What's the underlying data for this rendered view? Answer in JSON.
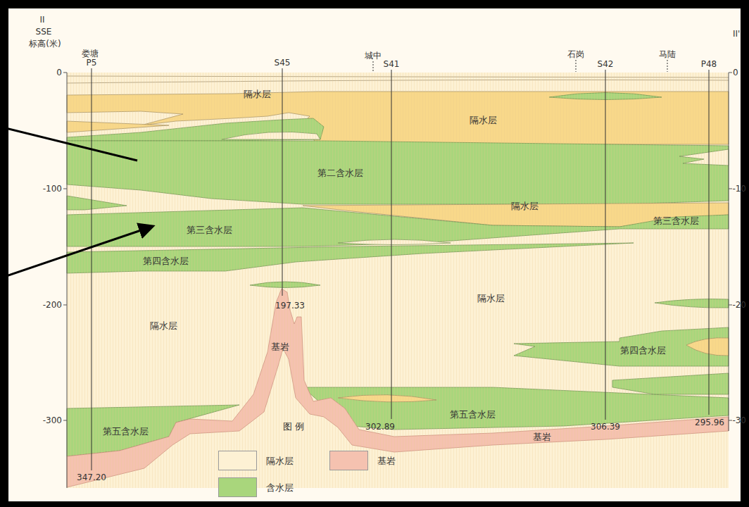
{
  "diagram": {
    "nodes": [
      {
        "text": [
          "隔水层"
        ]
      },
      {
        "text": [
          "隔水层"
        ]
      },
      {
        "text": [
          "第二含水层"
        ]
      },
      {
        "text": [
          "隔水层"
        ]
      },
      {
        "text": [
          "第三含水层"
        ]
      },
      {
        "text": [
          "第三含水层"
        ]
      },
      {
        "text": [
          "第四含水层"
        ]
      },
      {
        "text": [
          "隔水层"
        ]
      },
      {
        "text": [
          "隔水层"
        ]
      },
      {
        "text": [
          "基岩"
        ]
      },
      {
        "text": [
          "第四含水层"
        ]
      },
      {
        "text": [
          "第五含水层"
        ]
      },
      {
        "text": [
          "第五含水层"
        ]
      },
      {
        "text": [
          "基岩"
        ]
      }
    ],
    "labels": [
      "II",
      "SSE",
      "标高(米)",
      "娄塘",
      "P5",
      "S45",
      "城中",
      "S41",
      "石岗",
      "S42",
      "马陆",
      "P48",
      "II'",
      "0",
      "-100",
      "-200",
      "-300",
      "0",
      "-10",
      "-20",
      "-30",
      "197.33",
      "302.89",
      "306.39",
      "295.96",
      "347.20",
      "图 例"
    ],
    "legend": [
      {
        "text": "隔水层",
        "color": "#fdf1d4"
      },
      {
        "text": "基岩",
        "color": "#f5c2b0"
      },
      {
        "text": "含水层",
        "color": "#a9d67c"
      }
    ]
  }
}
